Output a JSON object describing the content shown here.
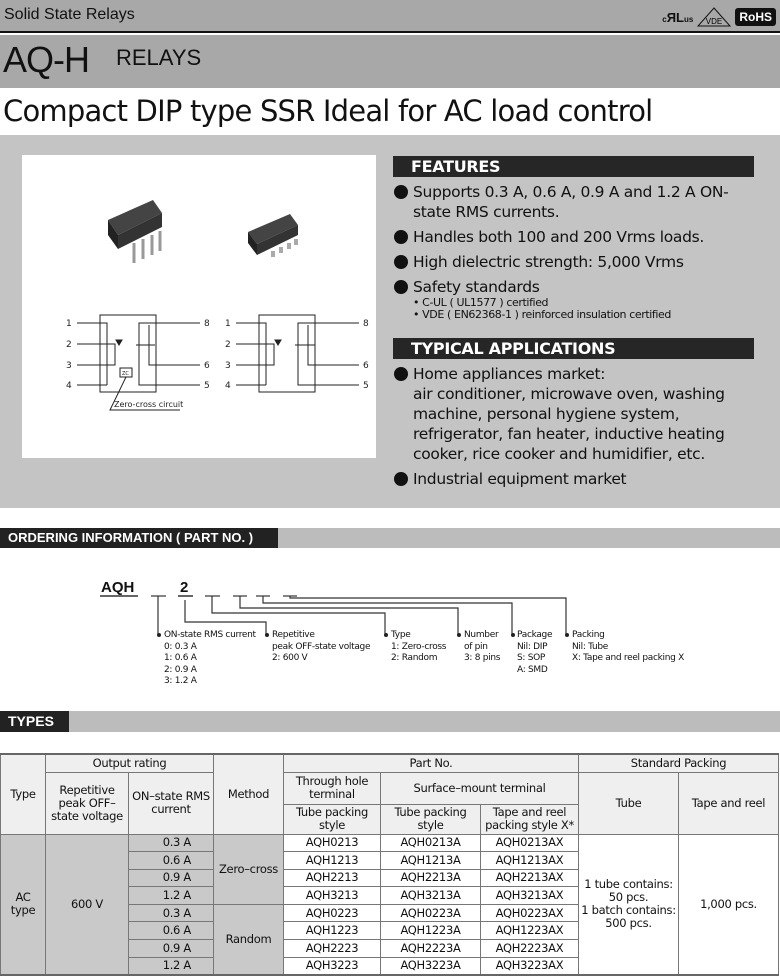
{
  "header": {
    "category": "Solid State Relays",
    "logos": {
      "ul": "cULus",
      "vde": "VDE",
      "rohs": "RoHS"
    },
    "product": "AQ-H",
    "product_suffix": "RELAYS",
    "title": "Compact DIP type SSR Ideal for AC load control"
  },
  "diagram": {
    "pins_left": [
      "1",
      "2",
      "3",
      "4"
    ],
    "pins_right": [
      "8",
      "6",
      "5"
    ],
    "zc_box": "ZC",
    "zc_label": "Zero-cross circuit"
  },
  "features": {
    "heading": "FEATURES",
    "items": [
      "Supports 0.3 A, 0.6 A, 0.9 A and 1.2 A ON-state RMS currents.",
      "Handles both 100 and 200 Vrms loads.",
      "High dielectric strength: 5,000 Vrms",
      "Safety standards"
    ],
    "sub": [
      "• C-UL ( UL1577 ) certified",
      "• VDE ( EN62368-1 ) reinforced insulation certified"
    ]
  },
  "applications": {
    "heading": "TYPICAL APPLICATIONS",
    "items": [
      "Home appliances market:",
      "air conditioner, microwave oven, washing machine, personal hygiene system, refrigerator, fan heater, inductive heating cooker, rice cooker and humidifier, etc.",
      "Industrial equipment market"
    ]
  },
  "ordering": {
    "heading": "ORDERING INFORMATION ( PART NO. )",
    "prefix": "AQH",
    "fixed": "2",
    "fields": [
      {
        "title": "ON-state RMS current",
        "lines": [
          "0: 0.3 A",
          "1: 0.6 A",
          "2: 0.9 A",
          "3: 1.2 A"
        ]
      },
      {
        "title": "Repetitive",
        "lines": [
          "peak OFF-state voltage",
          "2: 600 V"
        ]
      },
      {
        "title": "Type",
        "lines": [
          "1: Zero-cross",
          "2: Random"
        ]
      },
      {
        "title": "Number",
        "lines": [
          "of pin",
          "3: 8 pins"
        ]
      },
      {
        "title": "Package",
        "lines": [
          "Nil: DIP",
          "S: SOP",
          "A: SMD"
        ]
      },
      {
        "title": "Packing",
        "lines": [
          "Nil: Tube",
          "X: Tape and reel packing X"
        ]
      }
    ]
  },
  "types": {
    "heading": "TYPES",
    "headers": {
      "type": "Type",
      "output_rating": "Output rating",
      "voltage": "Repetitive peak OFF–state voltage",
      "current": "ON–state RMS current",
      "method": "Method",
      "part_no": "Part No.",
      "through_hole": "Through hole terminal",
      "smt": "Surface–mount terminal",
      "tube_style_th": "Tube packing style",
      "tube_style_smt": "Tube packing style",
      "tape_style": "Tape and reel packing style X*",
      "standard_packing": "Standard Packing",
      "tube": "Tube",
      "tape": "Tape and reel"
    },
    "type_value": "AC type",
    "voltage_value": "600 V",
    "methods": [
      "Zero–cross",
      "Random"
    ],
    "rows": [
      [
        "0.3 A",
        "AQH0213",
        "AQH0213A",
        "AQH0213AX"
      ],
      [
        "0.6 A",
        "AQH1213",
        "AQH1213A",
        "AQH1213AX"
      ],
      [
        "0.9 A",
        "AQH2213",
        "AQH2213A",
        "AQH2213AX"
      ],
      [
        "1.2 A",
        "AQH3213",
        "AQH3213A",
        "AQH3213AX"
      ],
      [
        "0.3 A",
        "AQH0223",
        "AQH0223A",
        "AQH0223AX"
      ],
      [
        "0.6 A",
        "AQH1223",
        "AQH1223A",
        "AQH1223AX"
      ],
      [
        "0.9 A",
        "AQH2223",
        "AQH2223A",
        "AQH2223AX"
      ],
      [
        "1.2 A",
        "AQH3223",
        "AQH3223A",
        "AQH3223AX"
      ]
    ],
    "tube_packing": [
      "1 tube contains:",
      "50 pcs.",
      "1 batch contains:",
      "500 pcs."
    ],
    "tape_packing": "1,000 pcs."
  }
}
